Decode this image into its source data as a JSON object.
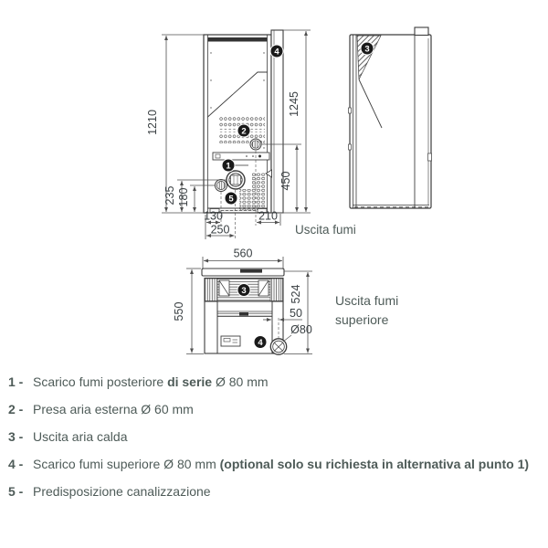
{
  "colors": {
    "line": "#3d3d3d",
    "dim_line": "#4f4f4f",
    "legend_text": "#4e5b58",
    "callout_bg": "#1a1a1a"
  },
  "callouts": {
    "c1": "1",
    "c2": "2",
    "c3": "3",
    "c4": "4",
    "c5": "5"
  },
  "dims": {
    "rear_total_height": "1210",
    "rear_right_height": "1245",
    "rear_air_inlet_height": "450",
    "rear_flue_height": "235",
    "rear_canal_height": "180",
    "rear_offset_130": "130",
    "rear_offset_250": "250",
    "rear_offset_210": "210",
    "top_width": "560",
    "top_depth": "550",
    "top_depth_inner": "524",
    "top_flue_offset": "50",
    "top_flue_diameter": "Ø80"
  },
  "labels": {
    "uscita_fumi": "Uscita fumi",
    "uscita_fumi_sup_1": "Uscita fumi",
    "uscita_fumi_sup_2": "superiore"
  },
  "legend": {
    "items": [
      {
        "marker": "1 -",
        "pre": "Scarico fumi posteriore ",
        "bold": "di serie",
        "post": " Ø 80 mm"
      },
      {
        "marker": "2 -",
        "pre": "Presa aria esterna Ø 60 mm",
        "bold": "",
        "post": ""
      },
      {
        "marker": "3 -",
        "pre": "Uscita aria calda",
        "bold": "",
        "post": ""
      },
      {
        "marker": "4 -",
        "pre": "Scarico fumi superiore Ø 80 mm ",
        "bold": "(optional solo su richiesta in alternativa al punto 1)",
        "post": ""
      },
      {
        "marker": "5 -",
        "pre": "Predisposizione canalizzazione",
        "bold": "",
        "post": ""
      }
    ]
  }
}
